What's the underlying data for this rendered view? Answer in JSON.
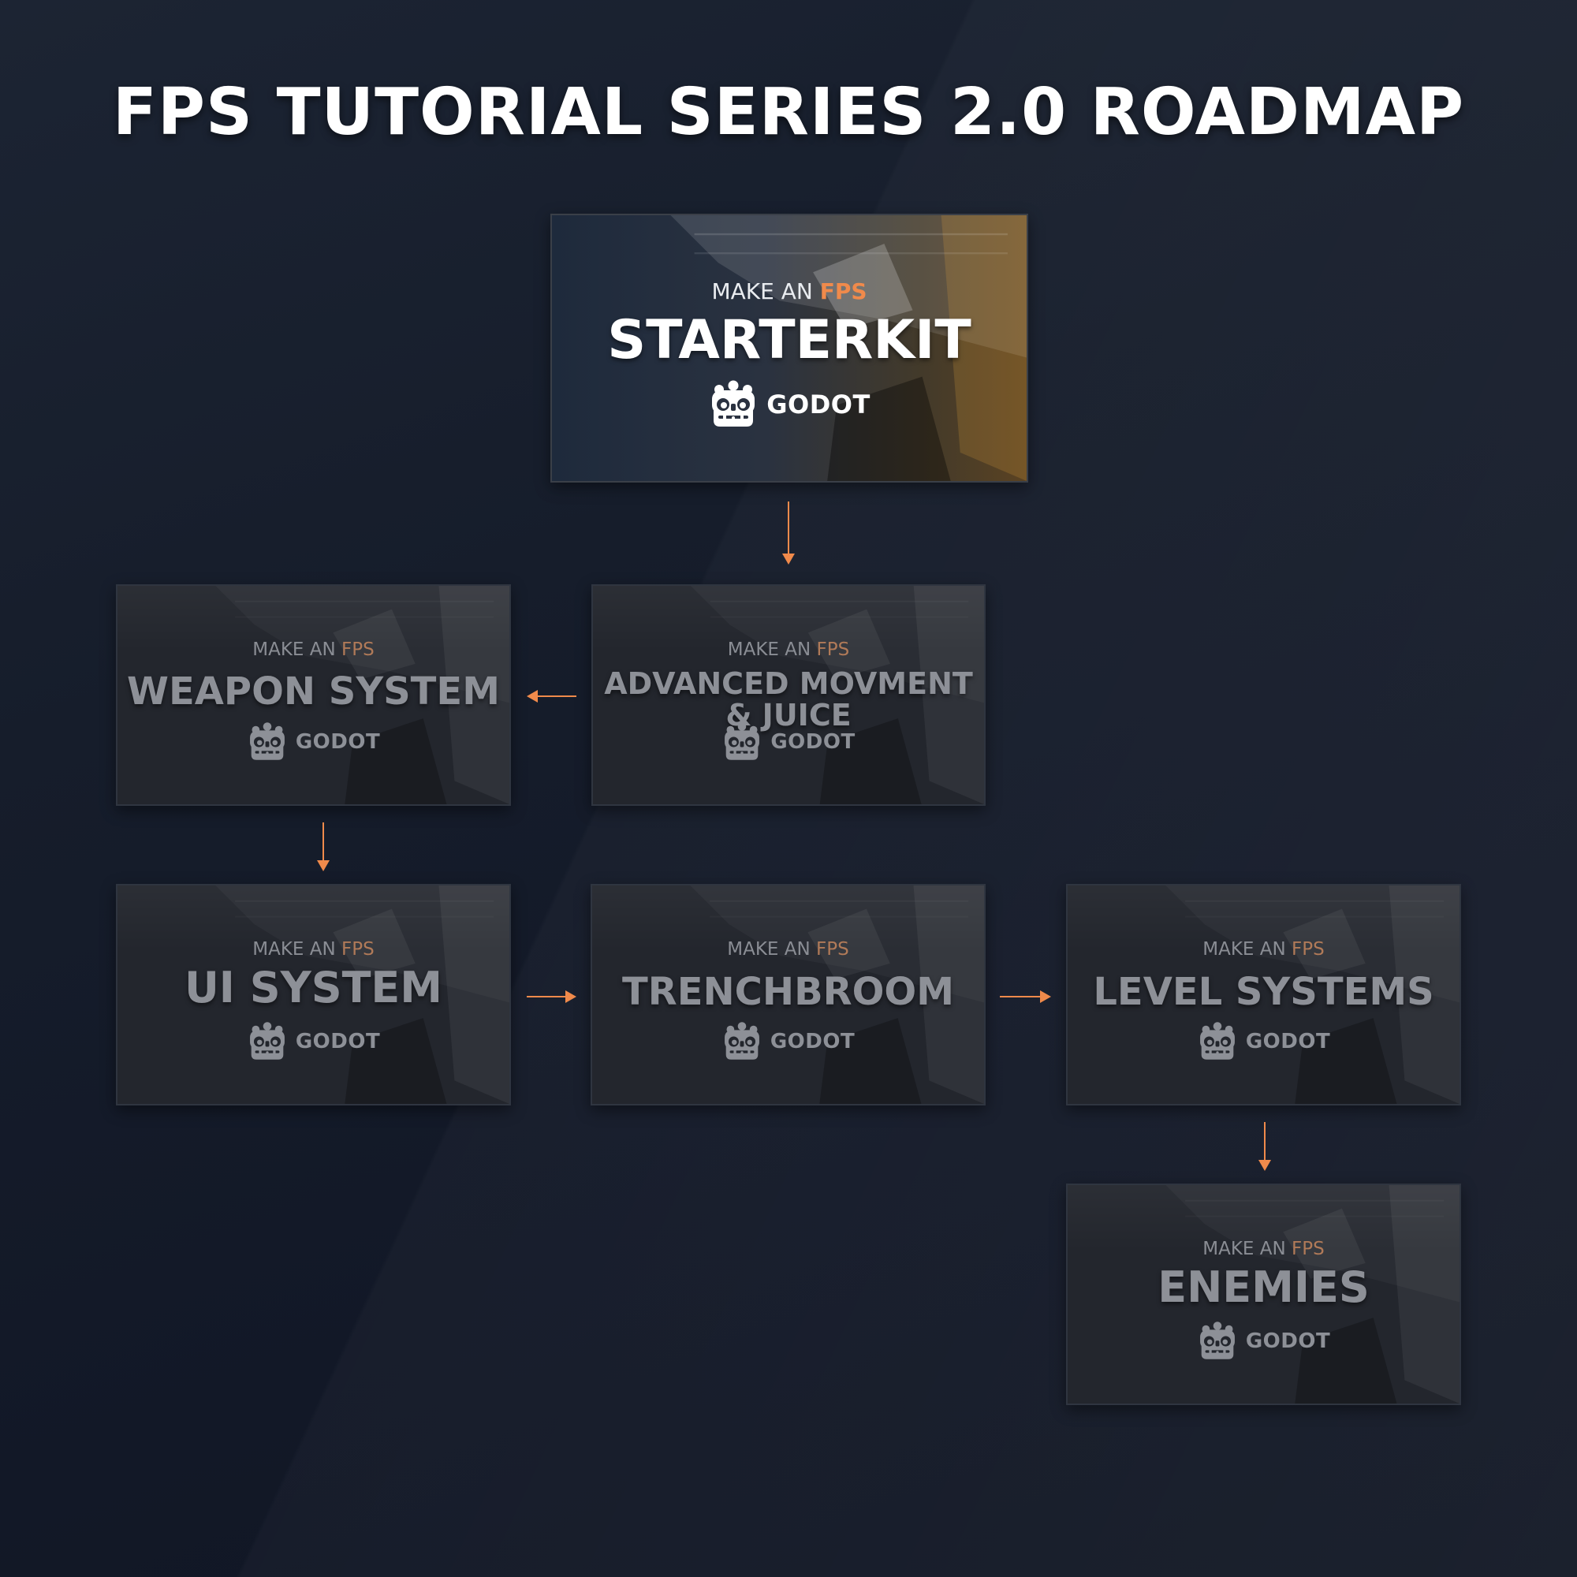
{
  "header": {
    "title": "FPS TUTORIAL SERIES 2.0 ROADMAP"
  },
  "colors": {
    "background": "#141b29",
    "accent": "#f08a4b",
    "card": "#23262d",
    "muted_text": "#8d9097"
  },
  "cards": [
    {
      "id": "starterkit",
      "kicker_prefix": "MAKE AN ",
      "kicker_accent": "FPS",
      "title_lines": [
        "STARTERKIT"
      ],
      "brand": "GODOT",
      "icon": "godot-logo-icon",
      "featured": true
    },
    {
      "id": "advanced-movement",
      "kicker_prefix": "MAKE AN ",
      "kicker_accent": "FPS",
      "title_lines": [
        "ADVANCED MOVMENT",
        "& JUICE"
      ],
      "brand": "GODOT",
      "icon": "godot-logo-icon",
      "featured": false
    },
    {
      "id": "weapon-system",
      "kicker_prefix": "MAKE AN ",
      "kicker_accent": "FPS",
      "title_lines": [
        "WEAPON SYSTEM"
      ],
      "brand": "GODOT",
      "icon": "godot-logo-icon",
      "featured": false
    },
    {
      "id": "ui-system",
      "kicker_prefix": "MAKE AN ",
      "kicker_accent": "FPS",
      "title_lines": [
        "UI SYSTEM"
      ],
      "brand": "GODOT",
      "icon": "godot-logo-icon",
      "featured": false
    },
    {
      "id": "trenchbroom",
      "kicker_prefix": "MAKE AN ",
      "kicker_accent": "FPS",
      "title_lines": [
        "TRENCHBROOM"
      ],
      "brand": "GODOT",
      "icon": "godot-logo-icon",
      "featured": false
    },
    {
      "id": "level-systems",
      "kicker_prefix": "MAKE AN ",
      "kicker_accent": "FPS",
      "title_lines": [
        "LEVEL SYSTEMS"
      ],
      "brand": "GODOT",
      "icon": "godot-logo-icon",
      "featured": false
    },
    {
      "id": "enemies",
      "kicker_prefix": "MAKE AN ",
      "kicker_accent": "FPS",
      "title_lines": [
        "ENEMIES"
      ],
      "brand": "GODOT",
      "icon": "godot-logo-icon",
      "featured": false
    }
  ],
  "connections": [
    {
      "from": "starterkit",
      "to": "advanced-movement"
    },
    {
      "from": "advanced-movement",
      "to": "weapon-system"
    },
    {
      "from": "weapon-system",
      "to": "ui-system"
    },
    {
      "from": "ui-system",
      "to": "trenchbroom"
    },
    {
      "from": "trenchbroom",
      "to": "level-systems"
    },
    {
      "from": "level-systems",
      "to": "enemies"
    }
  ]
}
